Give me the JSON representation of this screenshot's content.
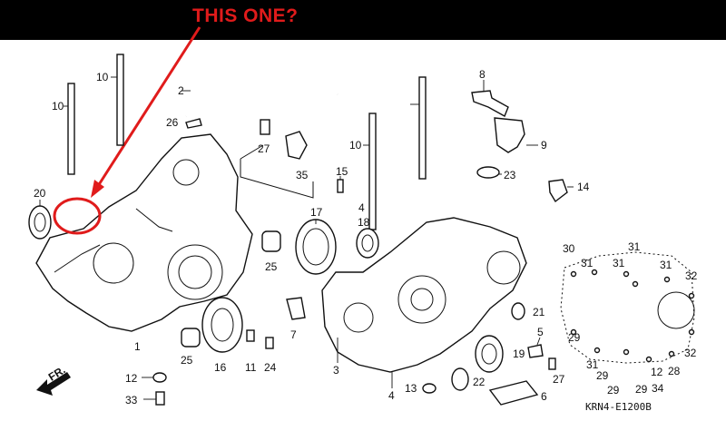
{
  "annotation": {
    "text": "THIS ONE?",
    "color": "#e01b1b",
    "bar_color": "#000000"
  },
  "diagram_code": "KRN4-E1200B",
  "fr_marker": "FR.",
  "callouts": {
    "c1": "10",
    "c2": "10",
    "c3": "2",
    "c4": "26",
    "c5": "27",
    "c6": "35",
    "c7": "8",
    "c8": "9",
    "c9": "23",
    "c10": "10",
    "c11": "15",
    "c12": "4",
    "c13": "14",
    "c14": "20",
    "c15": "17",
    "c16": "18",
    "c17": "25",
    "c18": "30",
    "c19": "31",
    "c20": "31",
    "c21": "31",
    "c22": "31",
    "c23": "32",
    "c24": "21",
    "c25": "7",
    "c26": "5",
    "c27": "25",
    "c28": "16",
    "c29": "11",
    "c30": "24",
    "c31": "1",
    "c32": "3",
    "c33": "12",
    "c34": "33",
    "c35": "13",
    "c36": "22",
    "c37": "4",
    "c38": "19",
    "c39": "27",
    "c40": "6",
    "c41": "29",
    "c42": "31",
    "c43": "29",
    "c44": "29",
    "c45": "29",
    "c46": "12",
    "c47": "34",
    "c48": "28",
    "c49": "32"
  }
}
